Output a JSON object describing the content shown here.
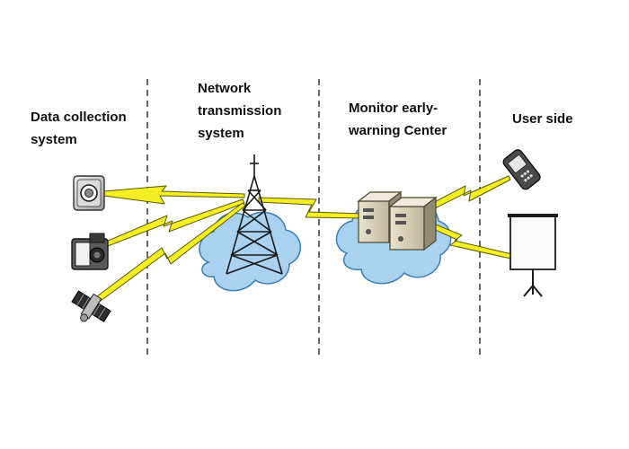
{
  "sections": {
    "data_collection": "Data collection\nsystem",
    "network": "Network\ntransmission\nsystem",
    "monitor": "Monitor early-\nwarning Center",
    "user_side": "User side"
  },
  "colors": {
    "lightning_fill": "#f5ee22",
    "lightning_stroke": "#5a5a00",
    "cloud_fill": "#a9d2f0",
    "cloud_stroke": "#3e7eb4",
    "divider": "#333333",
    "label_text": "#111111"
  },
  "icons": {
    "camera_box": "camera-icon",
    "video_camera": "video-camera-icon",
    "satellite": "satellite-icon",
    "tower": "transmission-tower-icon",
    "servers": "server-icon",
    "phone": "mobile-phone-icon",
    "screen": "projection-screen-icon"
  }
}
